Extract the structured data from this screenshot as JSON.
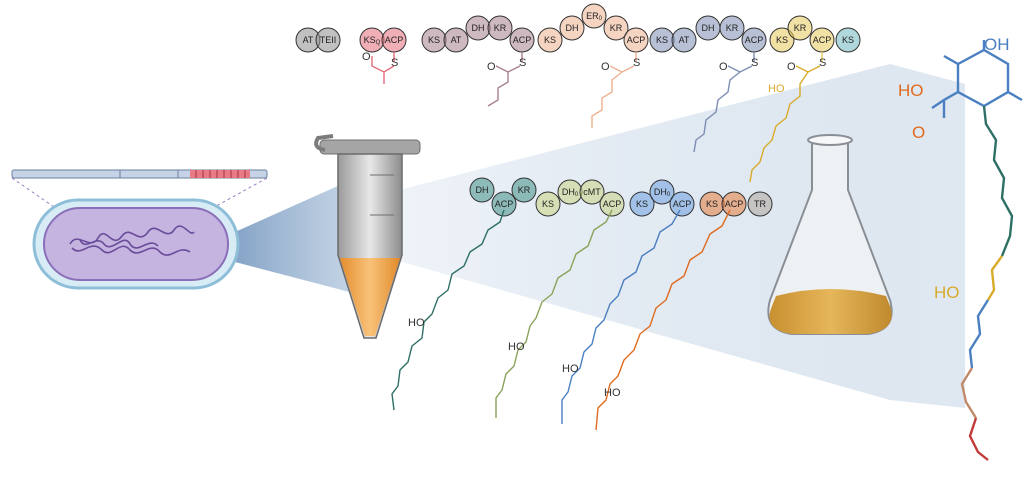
{
  "domains_top": [
    {
      "label": "AT",
      "color": "#8e8e8e"
    },
    {
      "label": "TEII",
      "color": "#8e8e8e"
    },
    {
      "label": "KS",
      "sub": "Q",
      "color": "#e36b7a"
    },
    {
      "label": "ACP",
      "color": "#e36b7a"
    },
    {
      "label": "KS",
      "color": "#a87f8e"
    },
    {
      "label": "AT",
      "color": "#a87f8e"
    },
    {
      "label": "DH",
      "color": "#a87f8e"
    },
    {
      "label": "KR",
      "color": "#a87f8e"
    },
    {
      "label": "ACP",
      "color": "#a87f8e"
    },
    {
      "label": "KS",
      "color": "#efb08f"
    },
    {
      "label": "DH",
      "color": "#efb08f"
    },
    {
      "label": "ER",
      "sub": "0",
      "color": "#efb08f"
    },
    {
      "label": "KR",
      "color": "#efb08f"
    },
    {
      "label": "ACP",
      "color": "#efb08f"
    },
    {
      "label": "KS",
      "color": "#7d8db3"
    },
    {
      "label": "AT",
      "color": "#7d8db3"
    },
    {
      "label": "DH",
      "color": "#7d8db3"
    },
    {
      "label": "KR",
      "color": "#7d8db3"
    },
    {
      "label": "ACP",
      "color": "#7d8db3"
    },
    {
      "label": "KS",
      "color": "#e8c95a"
    },
    {
      "label": "KR",
      "color": "#e8c95a"
    },
    {
      "label": "ACP",
      "color": "#e8c95a"
    },
    {
      "label": "KS",
      "color": "#6fb6bf"
    }
  ],
  "domains_mid": [
    {
      "label": "DH",
      "color": "#3f8f86"
    },
    {
      "label": "KR",
      "color": "#3f8f86"
    },
    {
      "label": "ACP",
      "color": "#3f8f86"
    },
    {
      "label": "KS",
      "color": "#c9d384"
    },
    {
      "label": "DH",
      "sub": "0",
      "color": "#c9d384"
    },
    {
      "label": "cMT",
      "color": "#c9d384"
    },
    {
      "label": "ACP",
      "color": "#c9d384"
    },
    {
      "label": "KS",
      "color": "#6e9fe0"
    },
    {
      "label": "DH",
      "sub": "0",
      "color": "#6e9fe0"
    },
    {
      "label": "ACP",
      "color": "#6e9fe0"
    },
    {
      "label": "KS",
      "color": "#e87b3c"
    },
    {
      "label": "ACP",
      "color": "#e87b3c"
    },
    {
      "label": "TR",
      "color": "#b0a49c"
    }
  ],
  "chem_labels": {
    "s": "S",
    "o": "O",
    "ho": "HO",
    "oh": "OH",
    "aldehyde_o": "O"
  },
  "colors": {
    "cell_body": "#b9a6d6",
    "cell_outline": "#8a6fb8",
    "tube_fill": "#f3a94b",
    "flask_liquid": "#d9a53c",
    "beam": "#bcd0e4",
    "product_orange": "#e06a1e",
    "product_blue": "#4a7fc1",
    "product_teal": "#2e6f66",
    "product_yellow": "#d9ab2b",
    "product_red": "#c23a3a"
  }
}
